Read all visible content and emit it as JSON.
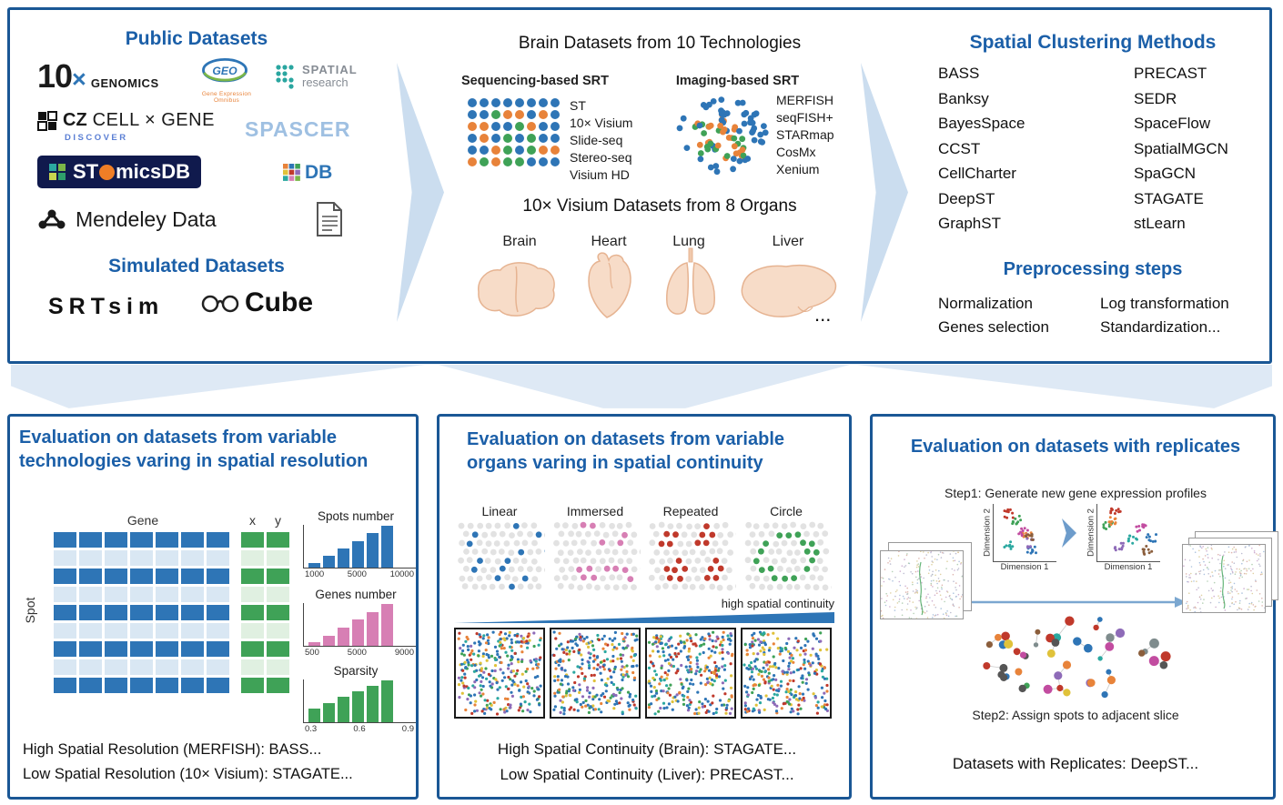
{
  "top_panel": {
    "public": {
      "title": "Public Datasets",
      "logos": {
        "tenx_num": "10",
        "tenx_x": "×",
        "tenx_sub": "GENOMICS",
        "geo": "GEO",
        "geo_caption": "Gene Expression Omnibus",
        "spatial_1": "SPATIAL",
        "spatial_2": "research",
        "cz": "CZ",
        "cellxgene": "CELL × GENE",
        "discover": "DISCOVER",
        "spascer": "SPASCER",
        "stomics_st": "ST",
        "stomics_rest": "micsDB",
        "sodb": "DB",
        "mendeley": "Mendeley Data"
      },
      "simulated_title": "Simulated Datasets",
      "srtsim": "SRTsim",
      "sccube": "Cube"
    },
    "datasets": {
      "title": "Brain Datasets from 10 Technologies",
      "sequencing_title": "Sequencing-based SRT",
      "sequencing_items": [
        "ST",
        "10× Visium",
        "Slide-seq",
        "Stereo-seq",
        "Visium HD"
      ],
      "imaging_title": "Imaging-based SRT",
      "imaging_items": [
        "MERFISH",
        "seqFISH+",
        "STARmap",
        "CosMx",
        "Xenium"
      ],
      "organs_title": "10× Visium Datasets from 8 Organs",
      "organs": [
        "Brain",
        "Heart",
        "Lung",
        "Liver"
      ],
      "more": "..."
    },
    "methods": {
      "title": "Spatial Clustering Methods",
      "col1": [
        "BASS",
        "Banksy",
        "BayesSpace",
        "CCST",
        "CellCharter",
        "DeepST",
        "GraphST"
      ],
      "col2": [
        "PRECAST",
        "SEDR",
        "SpaceFlow",
        "SpatialMGCN",
        "SpaGCN",
        "STAGATE",
        "stLearn"
      ],
      "preprocessing_title": "Preprocessing steps",
      "preprocessing_col1": [
        "Normalization",
        "Genes selection"
      ],
      "preprocessing_col2": [
        "Log transformation",
        "Standardization..."
      ]
    }
  },
  "panel_resolution": {
    "title": "Evaluation on datasets from variable technologies varing in spatial resolution",
    "matrix": {
      "gene": "Gene",
      "spot": "Spot",
      "x": "x",
      "y": "y"
    },
    "footer1": "High Spatial Resolution (MERFISH): BASS...",
    "footer2": "Low Spatial Resolution (10× Visium): STAGATE..."
  },
  "panel_continuity": {
    "title": "Evaluation on datasets from variable organs varing in spatial continuity",
    "patterns": [
      "Linear",
      "Immersed",
      "Repeated",
      "Circle"
    ],
    "arrow_label": "high spatial continuity",
    "footer1": "High Spatial Continuity (Brain): STAGATE...",
    "footer2": "Low Spatial Continuity (Liver): PRECAST..."
  },
  "panel_replicates": {
    "title": "Evaluation on datasets with replicates",
    "step1": "Step1: Generate new gene expression profiles",
    "step2": "Step2: Assign spots to adjacent slice",
    "dim_x": "Dimension 1",
    "dim_y": "Dimension 2",
    "footer": "Datasets with Replicates: DeepST..."
  },
  "chart_data": [
    {
      "type": "bar",
      "title": "Spots number",
      "color": "#2E75B6",
      "ticks": [
        "1000",
        "5000",
        "10000"
      ],
      "values": [
        1000,
        2800,
        4600,
        6400,
        8200,
        10000
      ],
      "ylim": [
        0,
        10000
      ]
    },
    {
      "type": "bar",
      "title": "Genes number",
      "color": "#D77FB4",
      "ticks": [
        "500",
        "5000",
        "9000"
      ],
      "values": [
        500,
        2200,
        3900,
        5600,
        7300,
        9000
      ],
      "ylim": [
        0,
        9000
      ]
    },
    {
      "type": "bar",
      "title": "Sparsity",
      "color": "#3FA257",
      "ticks": [
        "0.3",
        "0.6",
        "0.9"
      ],
      "values": [
        0.3,
        0.42,
        0.54,
        0.66,
        0.78,
        0.9
      ],
      "ylim": [
        0,
        0.9
      ]
    }
  ],
  "colors": {
    "accent_blue": "#1B5FA8",
    "border_blue": "#1A5795",
    "matrix_blue": "#2E75B6",
    "matrix_green": "#3FA257",
    "bar_pink": "#D77FB4",
    "arrow_light": "#CBDDEF"
  }
}
